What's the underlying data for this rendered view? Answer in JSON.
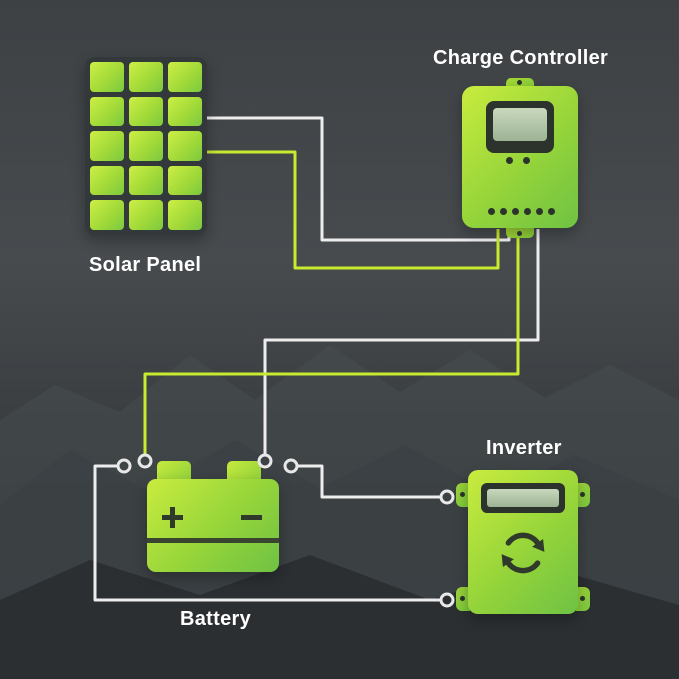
{
  "diagram": {
    "nodes": {
      "solar_panel": {
        "label": "Solar Panel",
        "icon": "solar-panel-icon"
      },
      "charge_controller": {
        "label": "Charge Controller",
        "icon": "charge-controller-icon"
      },
      "battery": {
        "label": "Battery",
        "icon": "battery-icon",
        "positive_symbol": "+",
        "negative_symbol": "−"
      },
      "inverter": {
        "label": "Inverter",
        "icon": "inverter-icon"
      }
    },
    "wires": [
      {
        "id": "pv-to-controller-white",
        "from": "solar_panel",
        "to": "charge_controller",
        "color": "#ededed"
      },
      {
        "id": "pv-to-controller-green",
        "from": "solar_panel",
        "to": "charge_controller",
        "color": "#c8ea2f"
      },
      {
        "id": "controller-to-battery-white",
        "from": "charge_controller",
        "to": "battery",
        "color": "#ededed"
      },
      {
        "id": "controller-to-battery-green",
        "from": "charge_controller",
        "to": "battery",
        "color": "#c8ea2f"
      },
      {
        "id": "battery-to-inverter-top",
        "from": "battery",
        "to": "inverter",
        "color": "#ededed"
      },
      {
        "id": "battery-to-inverter-bottom",
        "from": "battery",
        "to": "inverter",
        "color": "#ededed"
      }
    ],
    "icons": {
      "sync_arrows": "sync-arrows-icon",
      "ring_terminal": "ring-terminal-icon"
    }
  },
  "colors": {
    "device_green_light": "#c9ec3e",
    "device_green_dark": "#6fc244",
    "detail_dark": "#2c332c",
    "wire_white": "#ededed",
    "wire_green": "#c8ea2f",
    "ring": "#e8e8e8",
    "label_text": "#ffffff",
    "background_top": "#3d4144",
    "background_bottom": "#2c2f32"
  }
}
